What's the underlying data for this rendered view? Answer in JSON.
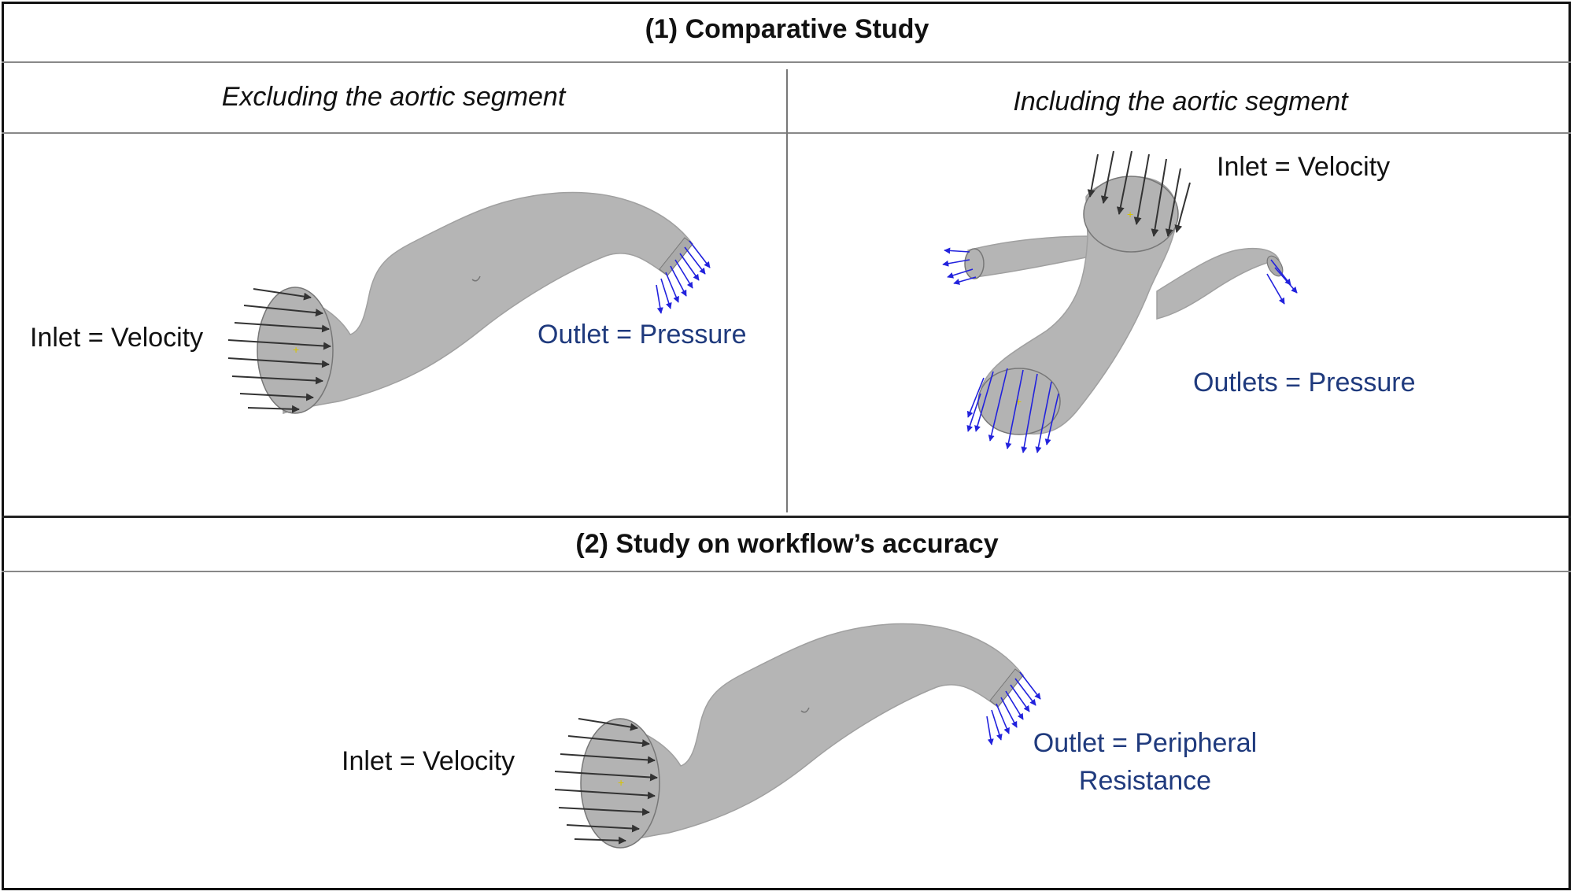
{
  "section1": {
    "title": "(1) Comparative Study",
    "left": {
      "subtitle": "Excluding the aortic segment",
      "inlet_label": "Inlet = Velocity",
      "outlet_label": "Outlet = Pressure"
    },
    "right": {
      "subtitle": "Including the aortic segment",
      "inlet_label": "Inlet = Velocity",
      "outlet_label": "Outlets = Pressure"
    }
  },
  "section2": {
    "title": "(2) Study on workflow’s accuracy",
    "inlet_label": "Inlet = Velocity",
    "outlet_label_line1": "Outlet = Peripheral",
    "outlet_label_line2": "Resistance"
  },
  "colors": {
    "vessel": "#b5b5b5",
    "inlet_arrow": "#333333",
    "outlet_arrow": "#2222dd",
    "outlet_text": "#1f3a7d"
  }
}
